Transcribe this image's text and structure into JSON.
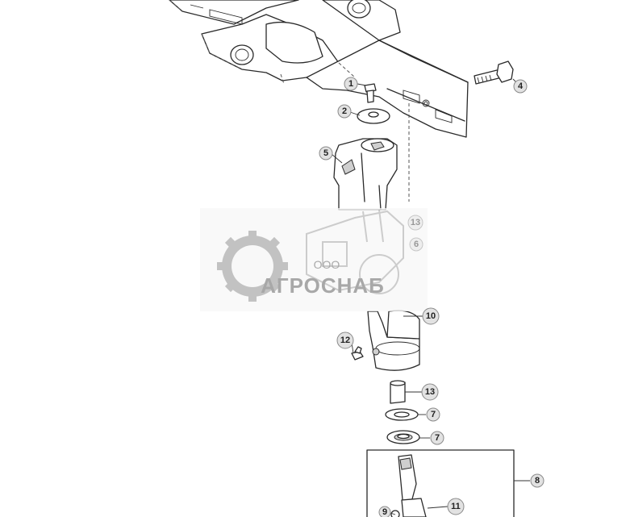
{
  "callouts": {
    "c1": "1",
    "c2": "2",
    "c4": "4",
    "c5": "5",
    "c13a": "13",
    "c6": "6",
    "c10": "10",
    "c12": "12",
    "c13b": "13",
    "c7a": "7",
    "c7b": "7",
    "c8": "8",
    "c11": "11",
    "c9": "9"
  },
  "watermark": {
    "company_prefix": "ООО",
    "company_name": "АГРОСНАБ"
  },
  "colors": {
    "callout_fill": "#e2e2e2",
    "line": "#2a2a2a",
    "watermark": "#9a9a9a"
  }
}
